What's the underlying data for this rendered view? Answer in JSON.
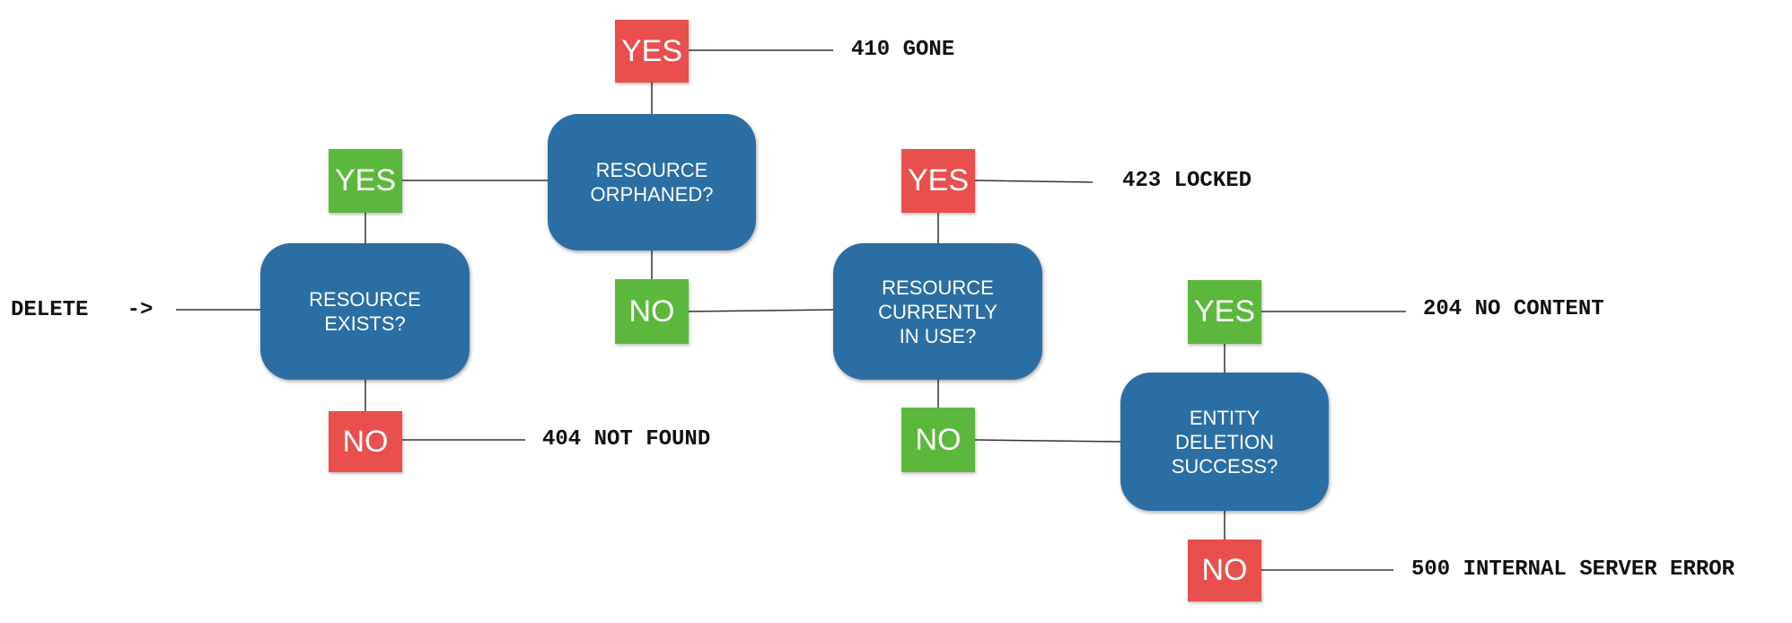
{
  "start": {
    "label": "DELETE",
    "arrow": "->"
  },
  "questions": {
    "exists": "RESOURCE\nEXISTS?",
    "orphaned": "RESOURCE\nORPHANED?",
    "in_use": "RESOURCE\nCURRENTLY\nIN USE?",
    "deletion": "ENTITY\nDELETION\nSUCCESS?"
  },
  "answers": {
    "yes": "YES",
    "no": "NO"
  },
  "outcomes": {
    "gone": "410 GONE",
    "locked": "423 LOCKED",
    "no_content": "204 NO CONTENT",
    "not_found": "404 NOT FOUND",
    "server_error": "500 INTERNAL SERVER ERROR"
  },
  "colors": {
    "question": "#2b6ea4",
    "yes_no_red": "#e84f4d",
    "yes_no_green": "#5cb83c",
    "line": "#333333"
  }
}
